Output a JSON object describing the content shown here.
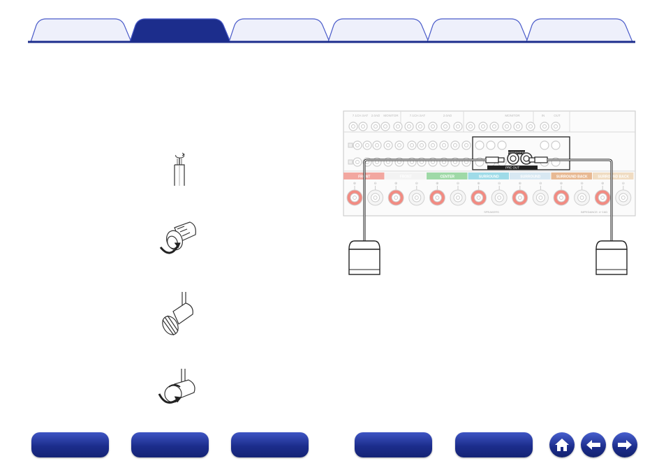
{
  "tabs": [
    {
      "label": ""
    },
    {
      "label": "",
      "active": true
    },
    {
      "label": ""
    },
    {
      "label": ""
    },
    {
      "label": ""
    },
    {
      "label": ""
    }
  ],
  "bottom_nav": [
    {
      "label": ""
    },
    {
      "label": ""
    },
    {
      "label": ""
    },
    {
      "label": ""
    },
    {
      "label": ""
    }
  ],
  "icons": [
    "home-icon",
    "arrow-left-icon",
    "arrow-right-icon"
  ],
  "receiver_panel": {
    "top_labels": [
      "7.1CH.SAT",
      "2.0AD",
      "MONITOR",
      "7.1CH.SAT",
      "2.0AD",
      "MONITOR",
      "IN",
      "OUT"
    ],
    "preout_label": "PRE OUT",
    "subwoofer_label": "SUBWOOFER",
    "speaker_channels": [
      {
        "label": "FRONT",
        "color": "#f2a7a0"
      },
      {
        "label": "FRONT",
        "color": "#f3f3f3"
      },
      {
        "label": "CENTER",
        "color": "#9fd9a7"
      },
      {
        "label": "SURROUND",
        "color": "#9fdbe8"
      },
      {
        "label": "SURROUND",
        "color": "#d8e8f2"
      },
      {
        "label": "SURROUND BACK",
        "color": "#e8b993"
      },
      {
        "label": "SURROUND BACK",
        "color": "#f0dcc2"
      }
    ],
    "speakers_caption": "SPEAKERS",
    "impedance_caption": "IMPEDANCE: 4~16Ω"
  },
  "colors": {
    "accent": "#1c2d8c",
    "tab_fill": "#eef0fb",
    "tab_border": "#4a5bc9"
  }
}
